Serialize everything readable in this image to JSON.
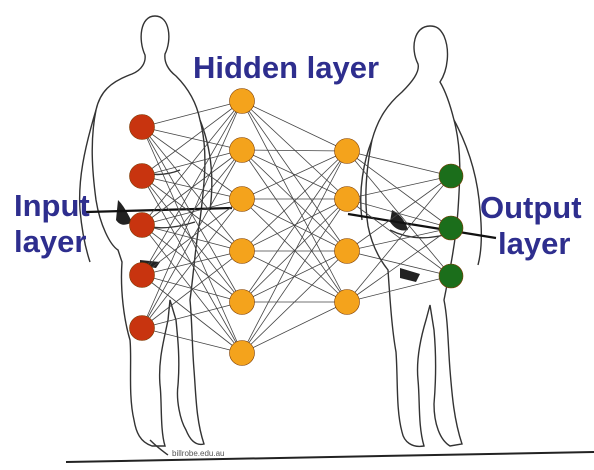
{
  "labels": {
    "hidden": "Hidden layer",
    "input_line1": "Input",
    "input_line2": "layer",
    "output_line1": "Output",
    "output_line2": "layer",
    "credit": "billrobe.edu.au"
  },
  "colors": {
    "input_node": "#c8340f",
    "hidden_node": "#f4a31c",
    "output_node": "#1b6e1b",
    "label_text": "#2e2e8e"
  },
  "network": {
    "layers": [
      {
        "name": "input",
        "node_count": 5
      },
      {
        "name": "hidden-1",
        "node_count": 6
      },
      {
        "name": "hidden-2",
        "node_count": 4
      },
      {
        "name": "output",
        "node_count": 3
      }
    ]
  }
}
